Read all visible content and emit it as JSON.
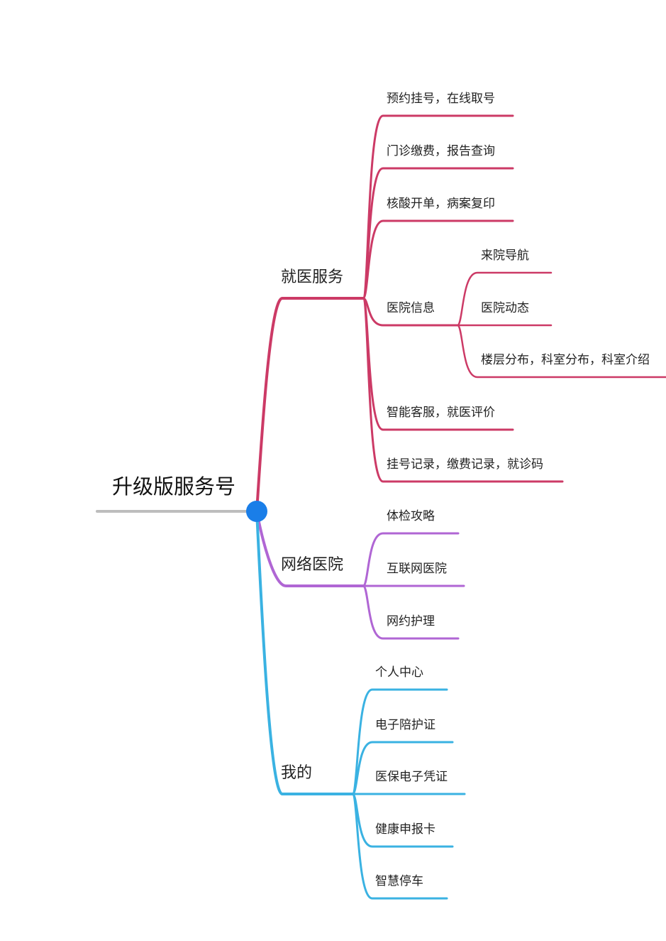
{
  "root": {
    "label": "升级版服务号",
    "node_color": "#1a7ee8",
    "line_color": "#bdbdbd"
  },
  "branches": [
    {
      "label": "就医服务",
      "color": "#cc3a66",
      "children": [
        {
          "label": "预约挂号，在线取号"
        },
        {
          "label": "门诊缴费，报告查询"
        },
        {
          "label": "核酸开单，病案复印"
        },
        {
          "label": "医院信息",
          "children": [
            {
              "label": "来院导航"
            },
            {
              "label": "医院动态"
            },
            {
              "label": "楼层分布，科室分布，科室介绍"
            }
          ]
        },
        {
          "label": "智能客服，就医评价"
        },
        {
          "label": "挂号记录，缴费记录，就诊码"
        }
      ]
    },
    {
      "label": "网络医院",
      "color": "#b066d4",
      "children": [
        {
          "label": "体检攻略"
        },
        {
          "label": "互联网医院"
        },
        {
          "label": "网约护理"
        }
      ]
    },
    {
      "label": "我的",
      "color": "#3ab2e2",
      "children": [
        {
          "label": "个人中心"
        },
        {
          "label": "电子陪护证"
        },
        {
          "label": "医保电子凭证"
        },
        {
          "label": "健康申报卡"
        },
        {
          "label": "智慧停车"
        }
      ]
    }
  ]
}
